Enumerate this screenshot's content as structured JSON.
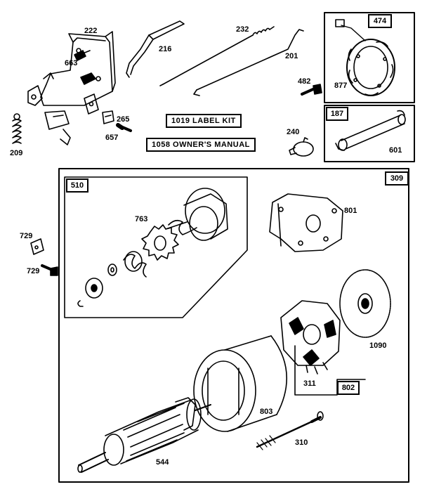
{
  "parts": {
    "p222": "222",
    "p663": "663",
    "p216": "216",
    "p232": "232",
    "p201": "201",
    "p474": "474",
    "p877": "877",
    "p482": "482",
    "p209": "209",
    "p265": "265",
    "p657": "657",
    "p240": "240",
    "p187": "187",
    "p601": "601",
    "p510": "510",
    "p309": "309",
    "p763": "763",
    "p801": "801",
    "p729a": "729",
    "p729b": "729",
    "p1090": "1090",
    "p311": "311",
    "p802": "802",
    "p803": "803",
    "p310": "310",
    "p544": "544"
  },
  "kits": {
    "label_kit": "1019  LABEL KIT",
    "owners_manual": "1058  OWNER'S MANUAL"
  }
}
